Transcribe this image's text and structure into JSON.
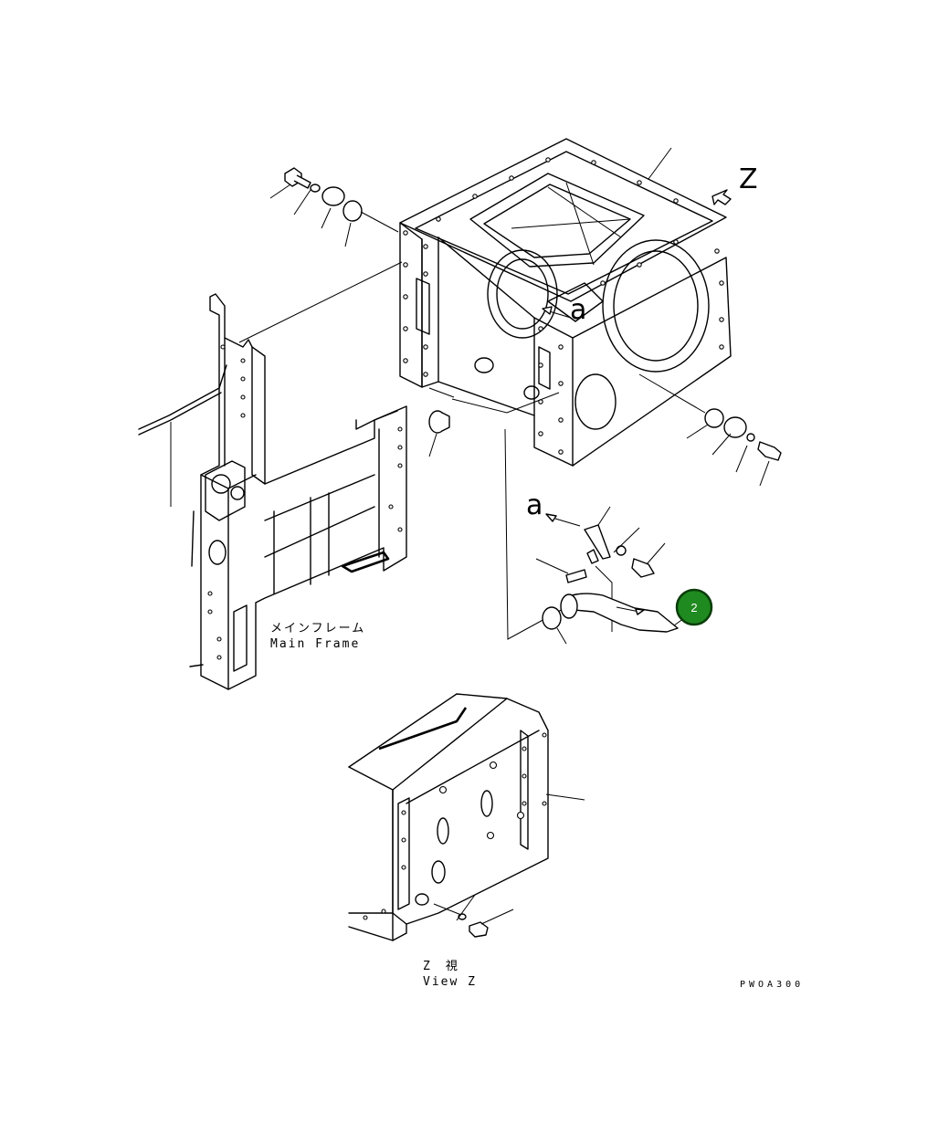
{
  "diagram": {
    "view_arrow_letter": "Z",
    "detail_letter_top": "a",
    "detail_letter_bottom": "a",
    "main_frame_label_jp": "メインフレーム",
    "main_frame_label_en": "Main Frame",
    "view_label_jp": "Z　視",
    "view_label_en": "View Z",
    "drawing_code": "PWOA300",
    "callout_number": "2",
    "callout_color": "#1f8a1f"
  }
}
